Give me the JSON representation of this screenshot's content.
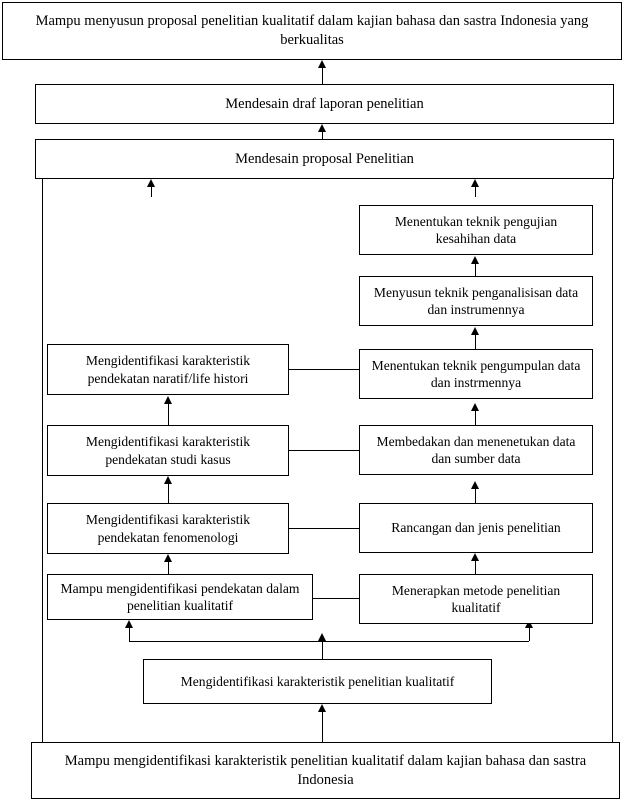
{
  "diagram": {
    "title": "Peta kompetensi penelitian kualitatif dalam kajian bahasa dan sastra Indonesia",
    "line_color": "#000000",
    "box_fill": "#ffffff",
    "nodes": {
      "top_goal": "Mampu menyusun proposal penelitian kualitatif dalam kajian bahasa dan sastra Indonesia yang berkualitas",
      "draft_report": "Mendesain  draf laporan penelitian",
      "design_proposal": "Mendesain proposal Penelitian",
      "right_1": "Menentukan teknik pengujian kesahihan data",
      "right_2": "Menyusun teknik penganalisisan data dan instrumennya",
      "right_3": "Menentukan teknik pengumpulan data dan instrmennya",
      "right_4": "Membedakan dan menenetukan data dan sumber data",
      "right_5": "Rancangan dan jenis penelitian",
      "right_6": "Menerapkan metode penelitian kualitatif",
      "left_1": "Mengidentifikasi karakteristik pendekatan naratif/life histori",
      "left_2": "Mengidentifikasi karakteristik pendekatan studi kasus",
      "left_3": "Mengidentifikasi karakteristik pendekatan fenomenologi",
      "left_4": "Mampu mengidentifikasi pendekatan dalam penelitian kualitatif",
      "center_base": "Mengidentifikasi karakteristik penelitian kualitatif",
      "bottom_base": "Mampu mengidentifikasi karakteristik penelitian kualitatif dalam kajian bahasa dan sastra Indonesia"
    }
  }
}
